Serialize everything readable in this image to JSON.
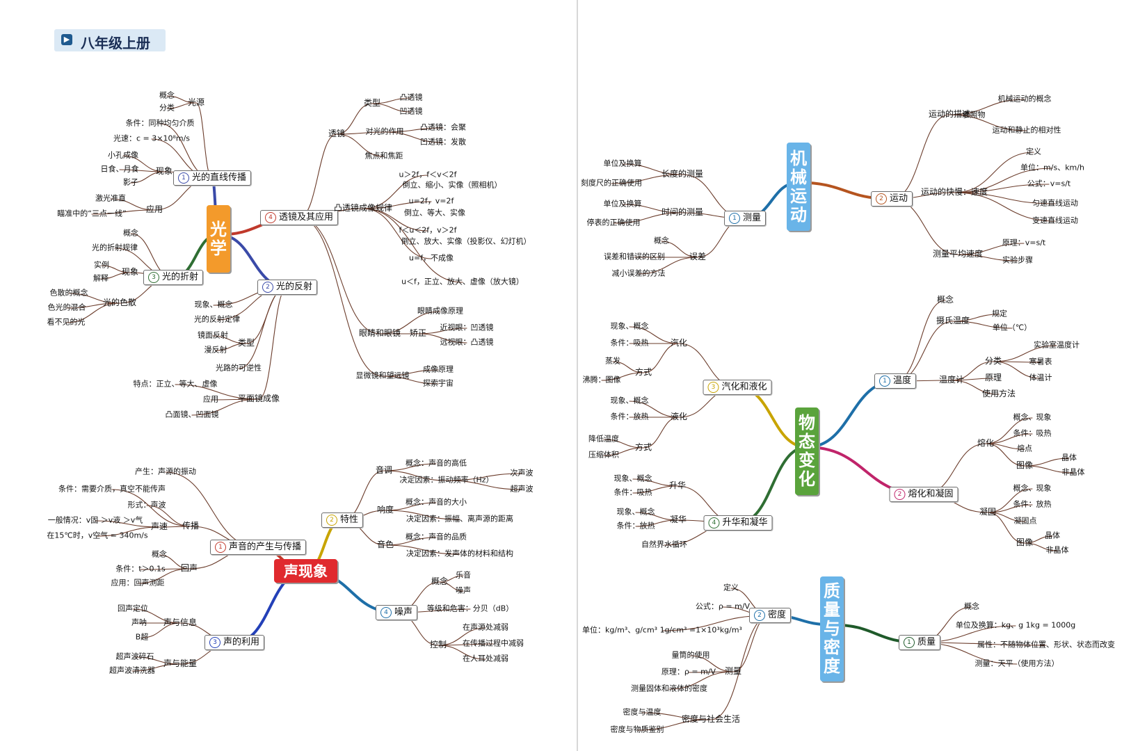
{
  "header": {
    "title": "八年级上册",
    "icon": "play-arrow-icon",
    "color": "#1a2e55",
    "bg_color": "#dbe9f5"
  },
  "roots": {
    "optics": {
      "label": "光学",
      "color": "#f39a2b"
    },
    "sound": {
      "label": "声现象",
      "color": "#e02a2e"
    },
    "motion": {
      "label": "机械运动",
      "color": "#69b4e8"
    },
    "state": {
      "label": "物态变化",
      "color": "#5aa33c"
    },
    "mass": {
      "label": "质量与密度",
      "color": "#69b4e8"
    }
  },
  "branches": {
    "optics_b1": {
      "num": "1",
      "label": "光的直线传播",
      "color": "#3a4aa8"
    },
    "optics_b2": {
      "num": "2",
      "label": "光的反射",
      "color": "#3a4aa8"
    },
    "optics_b3": {
      "num": "3",
      "label": "光的折射",
      "color": "#2f6e33"
    },
    "optics_b4": {
      "num": "4",
      "label": "透镜及其应用",
      "color": "#c0392b"
    },
    "sound_b1": {
      "num": "1",
      "label": "声音的产生与传播",
      "color": "#c0392b"
    },
    "sound_b2": {
      "num": "2",
      "label": "特性",
      "color": "#c8a400"
    },
    "sound_b3": {
      "num": "3",
      "label": "声的利用",
      "color": "#2340b8"
    },
    "sound_b4": {
      "num": "4",
      "label": "噪声",
      "color": "#1e6fa8"
    },
    "motion_b1": {
      "num": "1",
      "label": "测量",
      "color": "#1e6fa8"
    },
    "motion_b2": {
      "num": "2",
      "label": "运动",
      "color": "#b5541f"
    },
    "state_b1": {
      "num": "1",
      "label": "温度",
      "color": "#1e6fa8"
    },
    "state_b2": {
      "num": "2",
      "label": "熔化和凝固",
      "color": "#c0246a"
    },
    "state_b3": {
      "num": "3",
      "label": "汽化和液化",
      "color": "#c8a400"
    },
    "state_b4": {
      "num": "4",
      "label": "升华和凝华",
      "color": "#2f6e33"
    },
    "mass_b1": {
      "num": "1",
      "label": "质量",
      "color": "#1f5a2a"
    },
    "mass_b2": {
      "num": "2",
      "label": "密度",
      "color": "#1e6fa8"
    }
  },
  "sub": {
    "o_src": "光源",
    "o_src_a": "概念",
    "o_src_b": "分类",
    "o_cond": "条件：同种均匀介质",
    "o_speed": "光速：c = 3×10⁸m/s",
    "o_phen": "现象",
    "o_phen_a": "小孔成像",
    "o_phen_b": "日食、月食",
    "o_phen_c": "影子",
    "o_app": "应用",
    "o_app_a": "激光准直",
    "o_app_b": "瞄准中的“三点一线”",
    "o_ref_a": "现象、概念",
    "o_ref_b": "光的反射定律",
    "o_ref_type": "类型",
    "o_ref_type_a": "镜面反射",
    "o_ref_type_b": "漫反射",
    "o_ref_rev": "光路的可逆性",
    "o_plane": "平面镜成像",
    "o_plane_a": "特点：正立、等大、虚像",
    "o_plane_b": "应用",
    "o_plane_c": "凸面镜、凹面镜",
    "o_rf_a": "概念",
    "o_rf_b": "光的折射规律",
    "o_rf_ph": "现象",
    "o_rf_ph_a": "实例",
    "o_rf_ph_b": "解释",
    "o_rf_dis": "光的色散",
    "o_rf_dis_a": "色散的概念",
    "o_rf_dis_b": "色光的混合",
    "o_rf_dis_c": "看不见的光",
    "o_lens": "透镜",
    "o_lens_type": "类型",
    "o_lens_t1": "凸透镜",
    "o_lens_t2": "凹透镜",
    "o_lens_eff": "对光的作用",
    "o_lens_e1": "凸透镜：会聚",
    "o_lens_e2": "凹透镜：发散",
    "o_lens_focus": "焦点和焦距",
    "o_img": "凸透镜成像规律",
    "o_img1a": "u＞2f，f＜v＜2f",
    "o_img1b": "倒立、缩小、实像（照相机）",
    "o_img2a": "u=2f，v=2f",
    "o_img2b": "倒立、等大、实像",
    "o_img3a": "f＜u＜2f，v＞2f",
    "o_img3b": "倒立、放大、实像（投影仪、幻灯机）",
    "o_img4": "u=f，不成像",
    "o_img5": "u＜f，正立、放大、虚像（放大镜）",
    "o_eye": "眼睛和眼镜",
    "o_eye_a": "眼睛成像原理",
    "o_eye_fix": "矫正",
    "o_eye_f1": "近视眼：凹透镜",
    "o_eye_f2": "远视眼：凸透镜",
    "o_scope": "显微镜和望远镜",
    "o_scope_a": "成像原理",
    "o_scope_b": "探索宇宙",
    "s_gen": "产生：声源的振动",
    "s_cond": "条件：需要介质，真空不能传声",
    "s_form": "形式：声波",
    "s_trans": "传播",
    "s_speed": "声速",
    "s_speed_a": "一般情况：v固 ＞v液 ＞v气",
    "s_speed_b": "在15℃时，v空气 = 340m/s",
    "s_echo": "回声",
    "s_echo_a": "概念",
    "s_echo_b": "条件：t＞0.1s",
    "s_echo_c": "应用：回声测距",
    "s_pitch": "音调",
    "s_pitch_a": "概念：声音的高低",
    "s_pitch_b": "决定因素：振动频率（Hz）",
    "s_infra": "次声波",
    "s_ultra": "超声波",
    "s_loud": "响度",
    "s_loud_a": "概念：声音的大小",
    "s_loud_b": "决定因素：振幅、离声源的距离",
    "s_timbre": "音色",
    "s_timbre_a": "概念：声音的品质",
    "s_timbre_b": "决定因素：发声体的材料和结构",
    "s_info": "声与信息",
    "s_info_a": "回声定位",
    "s_info_b": "声呐",
    "s_info_c": "B超",
    "s_energy": "声与能量",
    "s_energy_a": "超声波碎石",
    "s_energy_b": "超声波清洗器",
    "s_noise_c": "概念",
    "s_noise_c1": "乐音",
    "s_noise_c2": "噪声",
    "s_noise_lv": "等级和危害：分贝（dB）",
    "s_noise_ctl": "控制",
    "s_noise_k1": "在声源处减弱",
    "s_noise_k2": "在传播过程中减弱",
    "s_noise_k3": "在人耳处减弱",
    "m_len": "长度的测量",
    "m_len_a": "单位及换算",
    "m_len_b": "刻度尺的正确使用",
    "m_time": "时间的测量",
    "m_time_a": "单位及换算",
    "m_time_b": "停表的正确使用",
    "m_err": "误差",
    "m_err_a": "概念",
    "m_err_b": "误差和错误的区别",
    "m_err_c": "减小误差的方法",
    "m_desc": "运动的描述",
    "m_desc_a": "机械运动的概念",
    "m_desc_b": "参照物",
    "m_desc_c": "运动和静止的相对性",
    "m_speed": "运动的快慢：速度",
    "m_speed_a": "定义",
    "m_speed_b": "单位：m/s、km/h",
    "m_speed_c": "公式：v=s/t",
    "m_speed_d": "匀速直线运动",
    "m_speed_e": "变速直线运动",
    "m_avg": "测量平均速度",
    "m_avg_a": "原理：v=s/t",
    "m_avg_b": "实验步骤",
    "t_concept": "概念",
    "t_cel": "摄氏温度",
    "t_cel_a": "规定",
    "t_cel_b": "单位（℃）",
    "t_thermo": "温度计",
    "t_class": "分类",
    "t_class_a": "实验室温度计",
    "t_class_b": "寒暑表",
    "t_class_c": "体温计",
    "t_prin": "原理",
    "t_use": "使用方法",
    "t_melt": "熔化",
    "t_melt_a": "概念、现象",
    "t_melt_b": "条件：吸热",
    "t_melt_c": "熔点",
    "t_melt_img": "图像",
    "t_melt_img_a": "晶体",
    "t_melt_img_b": "非晶体",
    "t_sol": "凝固",
    "t_sol_a": "概念、现象",
    "t_sol_b": "条件：放热",
    "t_sol_c": "凝固点",
    "t_sol_img": "图像",
    "t_sol_img_a": "晶体",
    "t_sol_img_b": "非晶体",
    "t_vap": "汽化",
    "t_vap_a": "现象、概念",
    "t_vap_b": "条件：吸热",
    "t_vap_way": "方式",
    "t_vap_w1": "蒸发",
    "t_vap_w2": "沸腾：图像",
    "t_liq": "液化",
    "t_liq_a": "现象、概念",
    "t_liq_b": "条件：放热",
    "t_liq_way": "方式",
    "t_liq_w1": "降低温度",
    "t_liq_w2": "压缩体积",
    "t_sub": "升华",
    "t_sub_a": "现象、概念",
    "t_sub_b": "条件：吸热",
    "t_dep": "凝华",
    "t_dep_a": "现象、概念",
    "t_dep_b": "条件：放热",
    "t_water": "自然界水循环",
    "q_def": "定义",
    "q_formula": "公式：ρ = m/V",
    "q_unit": "单位：kg/m³、g/cm³  1g/cm³ =1×10³kg/m³",
    "q_meas": "测量",
    "q_meas_a": "量筒的使用",
    "q_meas_b": "原理：ρ = m/V",
    "q_meas_c": "测量固体和液体的密度",
    "q_life": "密度与社会生活",
    "q_life_a": "密度与温度",
    "q_life_b": "密度与物质鉴别",
    "q_m_a": "概念",
    "q_m_b": "单位及换算：kg、g    1kg = 1000g",
    "q_m_c": "属性：不随物体位置、形状、状态而改变",
    "q_m_d": "测量：天平（使用方法）"
  }
}
